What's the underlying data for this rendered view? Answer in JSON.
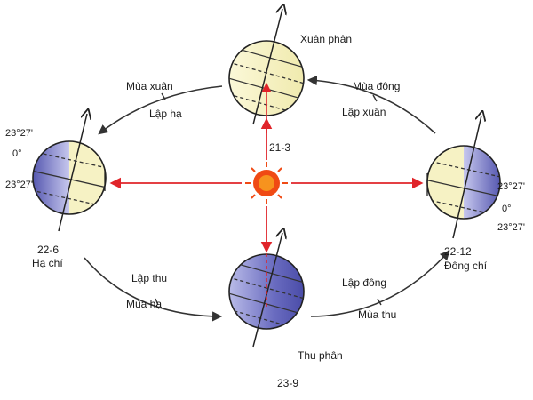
{
  "colors": {
    "day": "#f6f2c4",
    "night": "#6a6cc0",
    "night_light": "#b9bbe8",
    "outline": "#222222",
    "ray": "#e0242a",
    "orbit": "#333333",
    "sun": "#f04a14",
    "sun_core": "#f7931e"
  },
  "labels": {
    "xuan_phan": "Xuân phân",
    "date_21_3": "21-3",
    "ha_chi": "Hạ chí",
    "date_22_6": "22-6",
    "thu_phan": "Thu phân",
    "date_23_9": "23-9",
    "dong_chi": "Đông chí",
    "date_22_12": "22-12",
    "mua_xuan": "Mùa xuân",
    "lap_ha": "Lập hạ",
    "mua_dong": "Mùa đông",
    "lap_xuan": "Lập xuân",
    "lap_thu": "Lập thu",
    "mua_ha": "Mùa hạ",
    "lap_dong": "Lập đông",
    "mua_thu": "Mùa thu",
    "lat_left_top": "23°27'",
    "lat_left_mid": "0°",
    "lat_left_bot": "23°27'",
    "lat_right_top": "23°27'",
    "lat_right_mid": "0°",
    "lat_right_bot": "23°27'"
  }
}
